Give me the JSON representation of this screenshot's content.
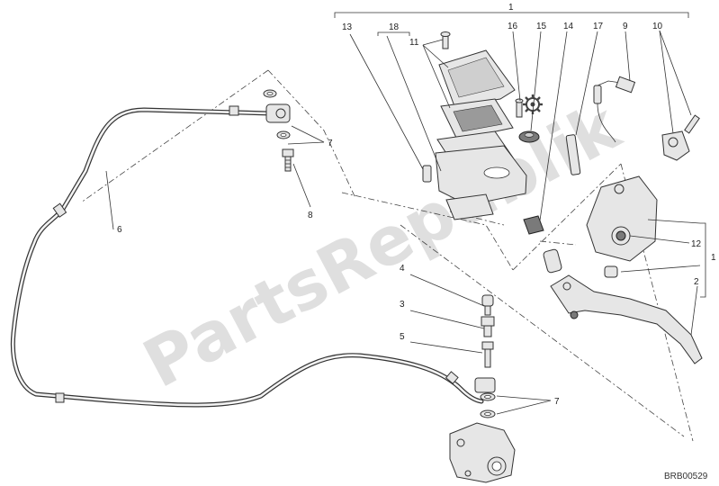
{
  "watermark": "PartsRepublik",
  "drawing_code": "BRB00529",
  "callouts": {
    "c1_top": "1",
    "c18": "18",
    "c13": "13",
    "c11": "11",
    "c16": "16",
    "c15": "15",
    "c14": "14",
    "c17": "17",
    "c9": "9",
    "c10": "10",
    "c7_upper": "7",
    "c6": "6",
    "c8": "8",
    "c4": "4",
    "c3": "3",
    "c5": "5",
    "c7_lower": "7",
    "c12": "12",
    "c1_right": "1",
    "c2": "2"
  },
  "icons": {
    "gear": "gear-icon"
  }
}
